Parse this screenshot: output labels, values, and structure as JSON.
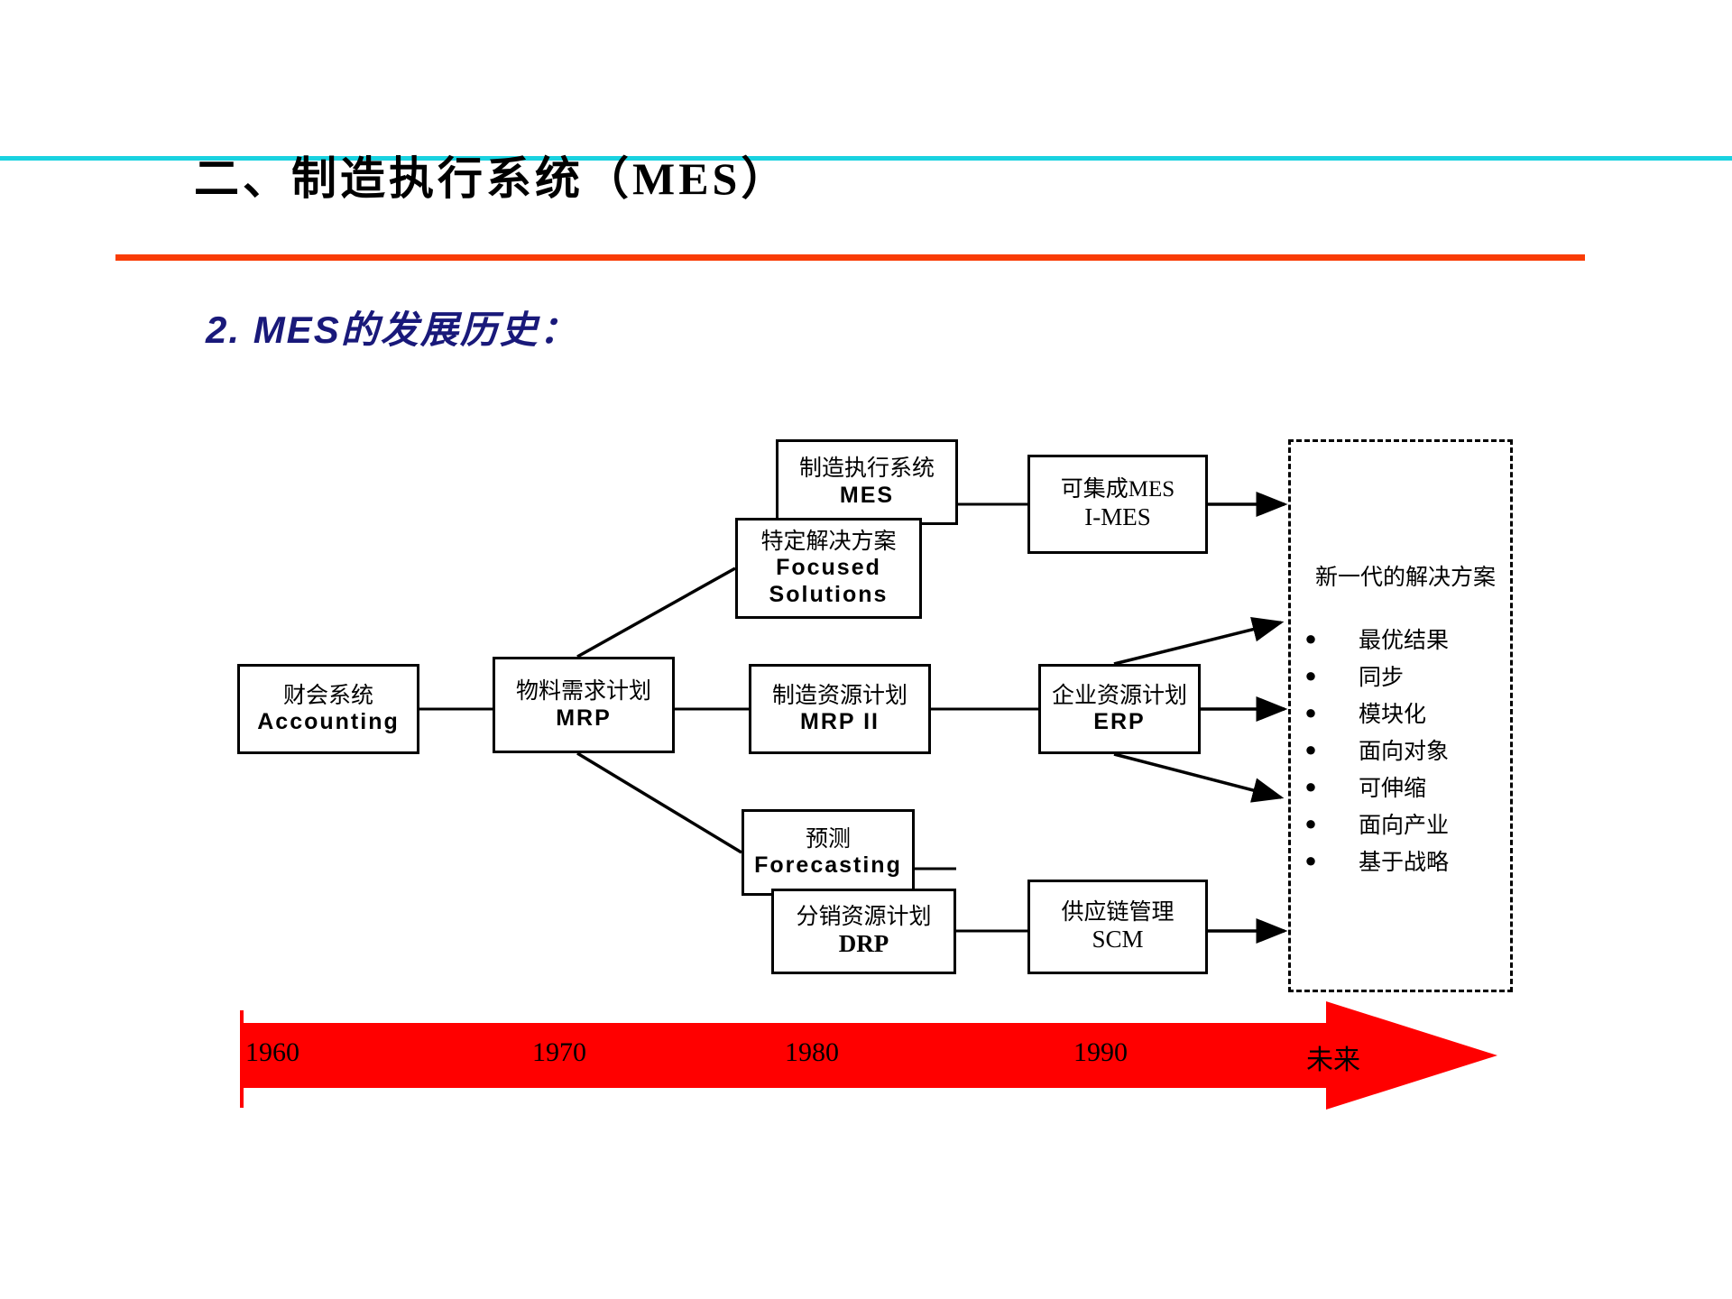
{
  "header": {
    "title": "二、制造执行系统（MES）",
    "subtitle": "2. MES的发展历史：",
    "rule_cyan_color": "#19d2e0",
    "rule_red_color": "#f93c05",
    "subtitle_color": "#19197a"
  },
  "diagram": {
    "nodes": {
      "accounting": {
        "cn": "财会系统",
        "en": "Accounting"
      },
      "mrp": {
        "cn": "物料需求计划",
        "en": "MRP"
      },
      "mrp2": {
        "cn": "制造资源计划",
        "en": "MRP II"
      },
      "erp": {
        "cn": "企业资源计划",
        "en": "ERP"
      },
      "mes": {
        "cn": "制造执行系统",
        "en": "MES"
      },
      "focused": {
        "cn": "特定解决方案",
        "en": "Focused",
        "en2": "Solutions"
      },
      "imes": {
        "cn": "可集成MES",
        "en": "I-MES"
      },
      "forecasting": {
        "cn": "预测",
        "en": "Forecasting"
      },
      "drp": {
        "cn": "分销资源计划",
        "en": "DRP"
      },
      "scm": {
        "cn": "供应链管理",
        "en": "SCM"
      }
    },
    "panel": {
      "heading": "新一代的解决方案",
      "bullet_glyph": "●",
      "items": [
        "最优结果",
        "同步",
        "模块化",
        "面向对象",
        "可伸缩",
        "面向产业",
        "基于战略"
      ]
    }
  },
  "timeline": {
    "arrow_color": "#ff0000",
    "ticks": [
      {
        "label": "1960"
      },
      {
        "label": "1970"
      },
      {
        "label": "1980"
      },
      {
        "label": "1990"
      },
      {
        "label": "未来"
      }
    ]
  }
}
